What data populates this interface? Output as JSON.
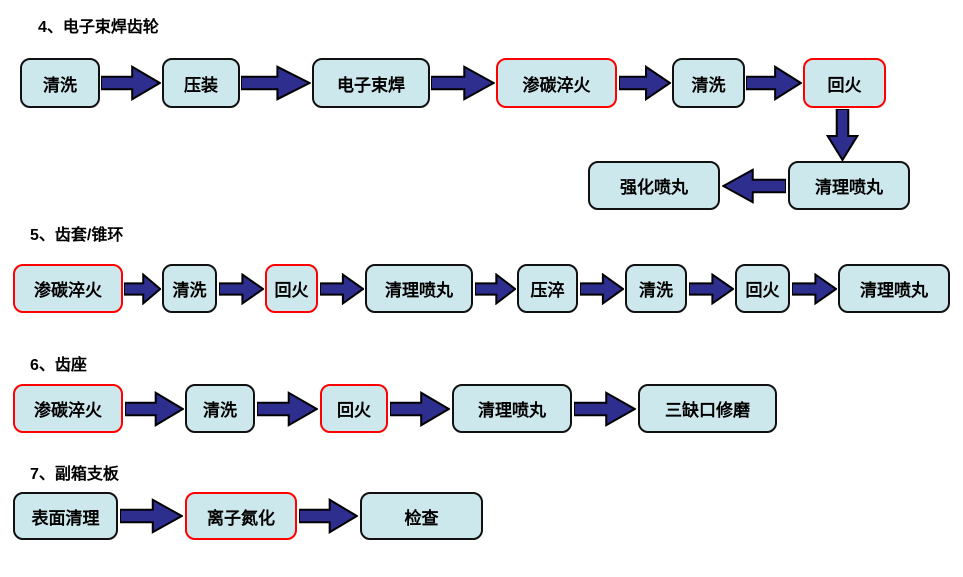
{
  "colors": {
    "box-fill": "#cde8ec",
    "box-border": "#111111",
    "highlight-border": "#ff0000",
    "arrow-fill": "#2e2e8e",
    "arrow-stroke": "#000000"
  },
  "sections": [
    {
      "title": "4、电子束焊齿轮",
      "boxes": [
        {
          "label": "清洗",
          "highlight": false
        },
        {
          "label": "压装",
          "highlight": false
        },
        {
          "label": "电子束焊",
          "highlight": false
        },
        {
          "label": "渗碳淬火",
          "highlight": true
        },
        {
          "label": "清洗",
          "highlight": false
        },
        {
          "label": "回火",
          "highlight": true
        },
        {
          "label": "清理喷丸",
          "highlight": false
        },
        {
          "label": "强化喷丸",
          "highlight": false
        }
      ]
    },
    {
      "title": "5、齿套/锥环",
      "boxes": [
        {
          "label": "渗碳淬火",
          "highlight": true
        },
        {
          "label": "清洗",
          "highlight": false
        },
        {
          "label": "回火",
          "highlight": true
        },
        {
          "label": "清理喷丸",
          "highlight": false
        },
        {
          "label": "压淬",
          "highlight": false
        },
        {
          "label": "清洗",
          "highlight": false
        },
        {
          "label": "回火",
          "highlight": false
        },
        {
          "label": "清理喷丸",
          "highlight": false
        }
      ]
    },
    {
      "title": "6、齿座",
      "boxes": [
        {
          "label": "渗碳淬火",
          "highlight": true
        },
        {
          "label": "清洗",
          "highlight": false
        },
        {
          "label": "回火",
          "highlight": true
        },
        {
          "label": "清理喷丸",
          "highlight": false
        },
        {
          "label": "三缺口修磨",
          "highlight": false
        }
      ]
    },
    {
      "title": "7、副箱支板",
      "boxes": [
        {
          "label": "表面清理",
          "highlight": false
        },
        {
          "label": "离子氮化",
          "highlight": true
        },
        {
          "label": "检查",
          "highlight": false
        }
      ]
    }
  ]
}
